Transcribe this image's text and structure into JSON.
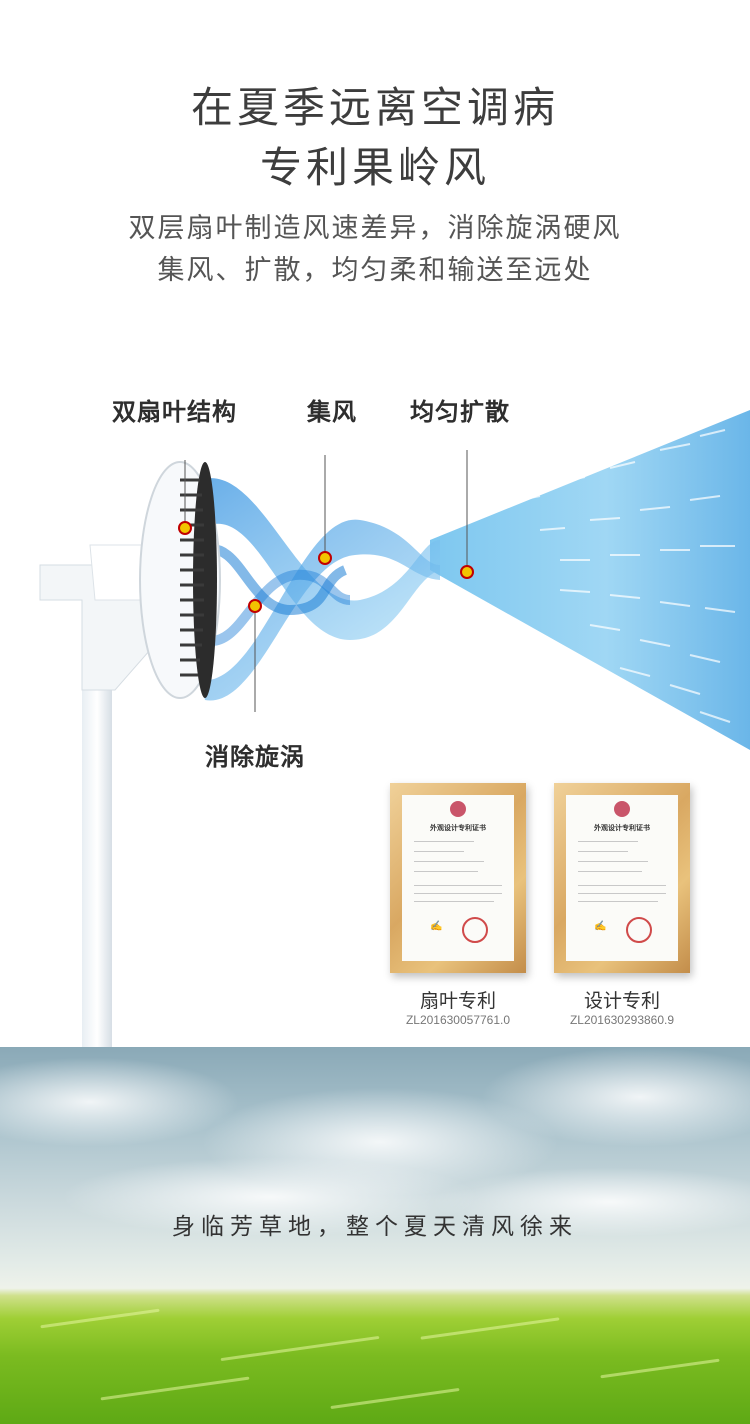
{
  "headline": {
    "line1": "在夏季远离空调病",
    "line2": "专利果岭风"
  },
  "subtitle": {
    "line1": "双层扇叶制造风速差异，消除旋涡硬风",
    "line2": "集风、扩散，均匀柔和输送至远处"
  },
  "callouts": {
    "double_blade": "双扇叶结构",
    "focus_wind": "集风",
    "even_spread": "均匀扩散",
    "eliminate_vortex": "消除旋涡"
  },
  "certificates": [
    {
      "label": "扇叶专利",
      "code": "ZL201630057761.0",
      "doc_title": "外观设计专利证书"
    },
    {
      "label": "设计专利",
      "code": "ZL201630293860.9",
      "doc_title": "外观设计专利证书"
    }
  ],
  "slogan": "身临芳草地，整个夏天清风徐来",
  "colors": {
    "airflow": "#5aaee6",
    "marker": "#f2c400",
    "frame": "#d9a862"
  }
}
